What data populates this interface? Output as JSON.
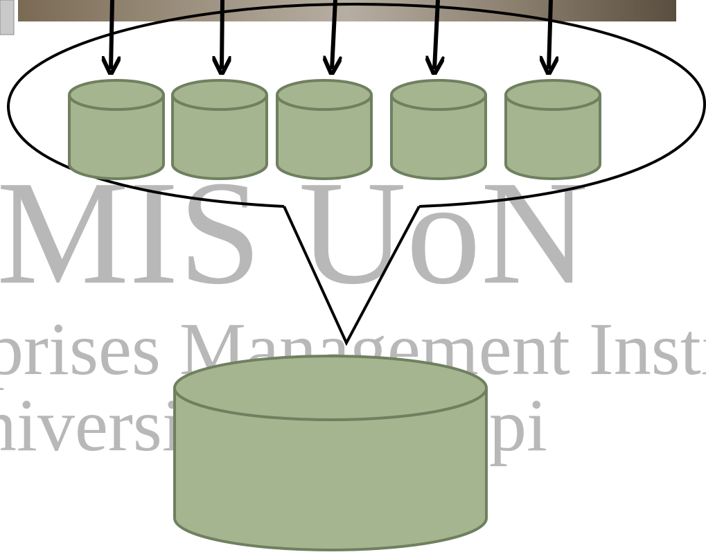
{
  "watermark": {
    "line1": "MIS UoN",
    "line2": "prises Management Institu",
    "line3": "niversit",
    "line3_tail": "pi",
    "color": "#b8b8b8"
  },
  "diagram": {
    "cylinder_fill": "#a5b58f",
    "cylinder_stroke": "#6f8060",
    "line_color": "#000000",
    "photo_strip_color": "#6a5c49",
    "small_databases_count": 5,
    "large_databases_count": 1
  }
}
